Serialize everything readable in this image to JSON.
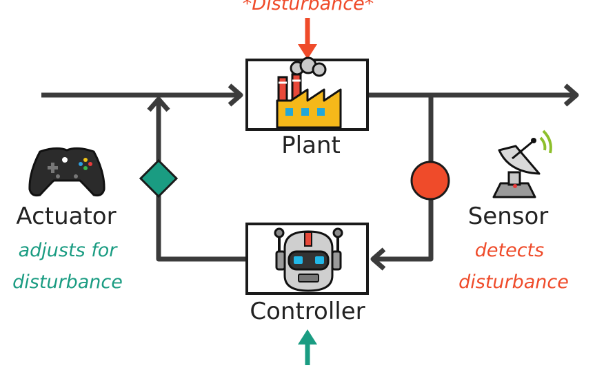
{
  "disturbance_label": "*Disturbance*",
  "plant": {
    "label": "Plant",
    "icon": "factory-icon"
  },
  "controller": {
    "label": "Controller",
    "icon": "robot-icon"
  },
  "actuator": {
    "label": "Actuator",
    "caption_line1": "adjusts for",
    "caption_line2": "disturbance",
    "icon": "gamepad-icon"
  },
  "sensor": {
    "label": "Sensor",
    "caption_line1": "detects",
    "caption_line2": "disturbance",
    "icon": "satellite-dish-icon"
  },
  "colors": {
    "line": "#3b3b3b",
    "disturbance": "#ef4b2a",
    "actuator": "#1a9c82",
    "sensor_node": "#ef4b2a",
    "actuator_node": "#1a9c82"
  }
}
